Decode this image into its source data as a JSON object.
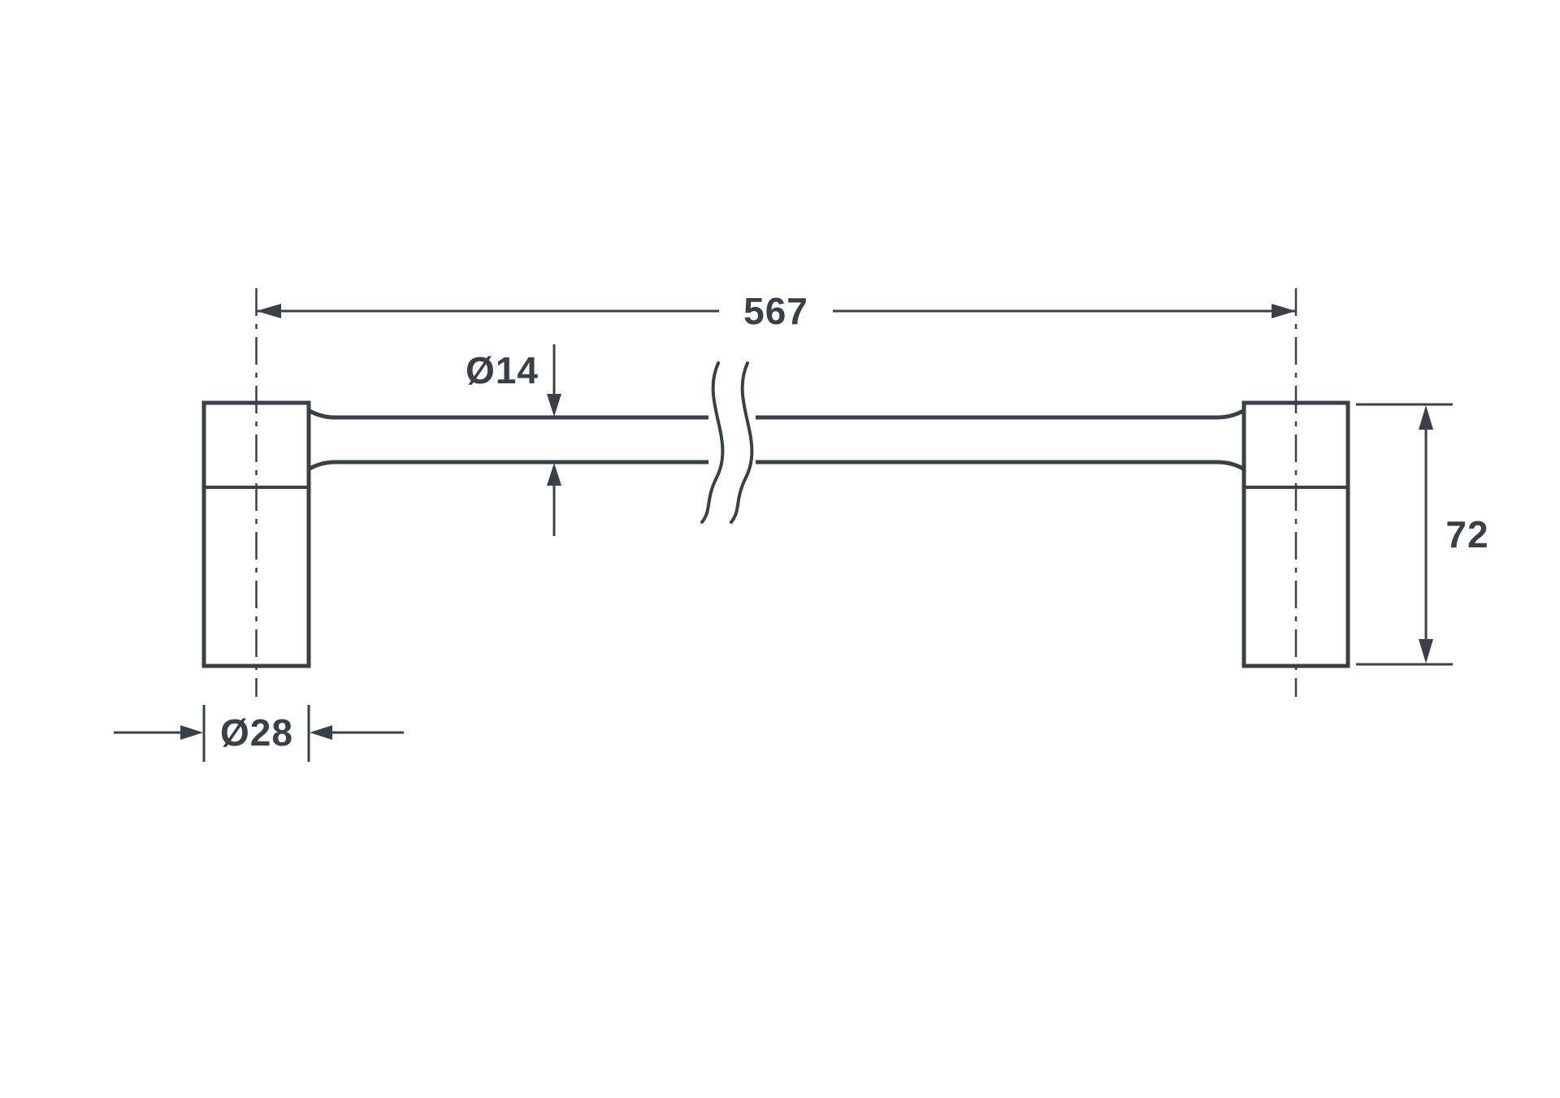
{
  "drawing": {
    "type": "technical-dimension-drawing",
    "subject": "handle-bar-front-view",
    "background_color": "#ffffff",
    "line_color": "#3a4047",
    "labels": {
      "overall_length": "567",
      "bar_diameter": "Ø14",
      "post_height": "72",
      "post_diameter": "Ø28"
    }
  }
}
